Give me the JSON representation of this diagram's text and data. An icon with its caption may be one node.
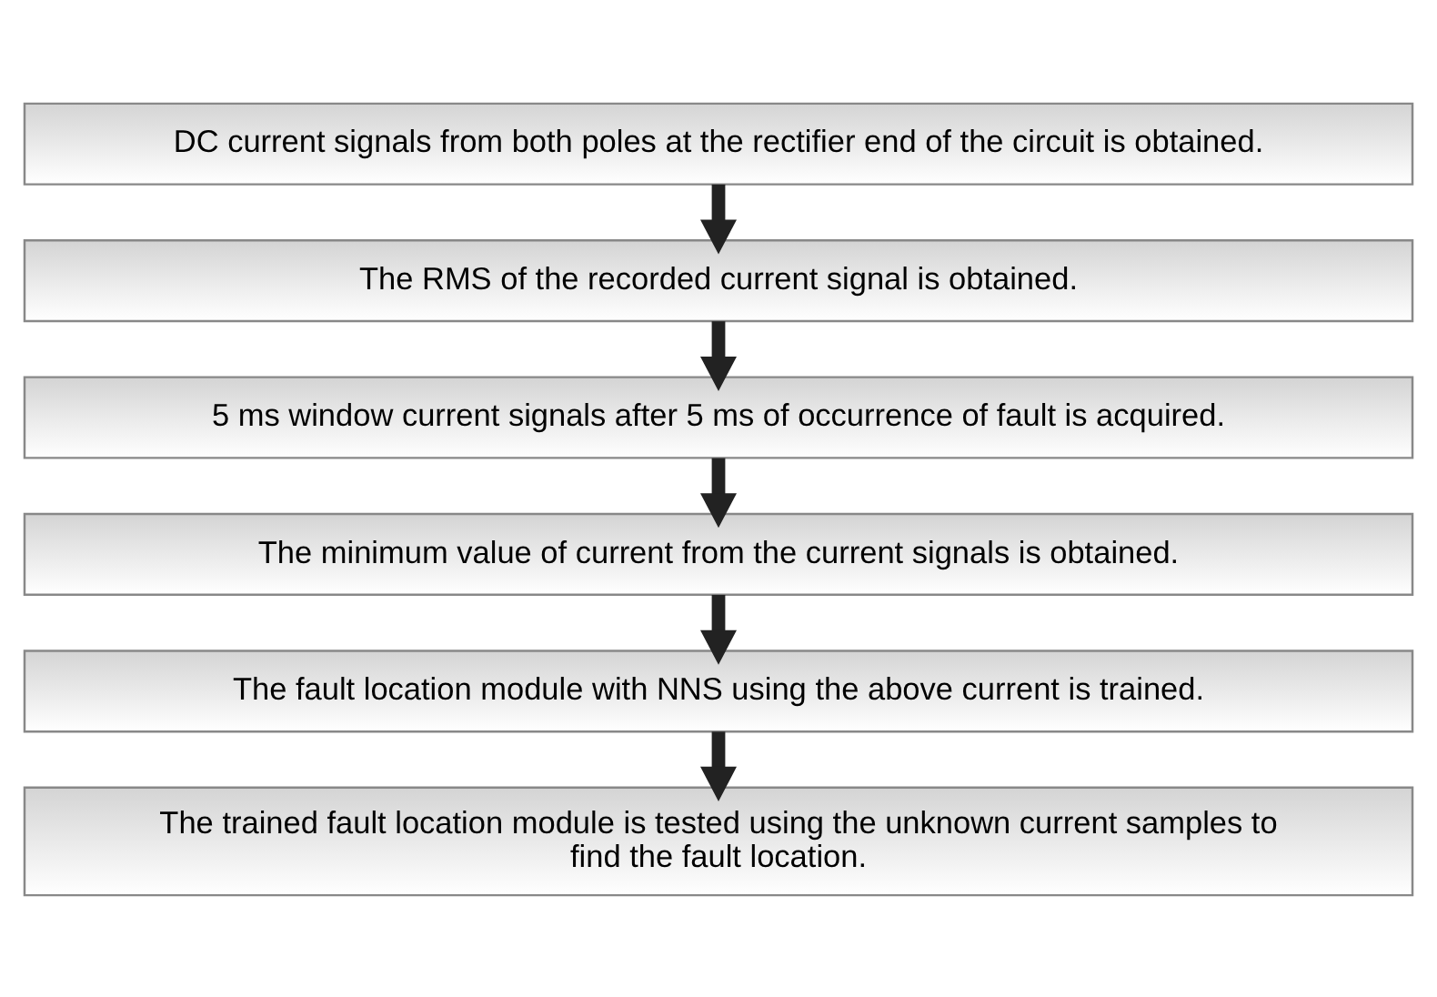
{
  "diagram": {
    "nodes": [
      {
        "text": [
          "DC current signals from both poles at the rectifier end of the circuit is obtained."
        ]
      },
      {
        "text": [
          "The RMS of the recorded current signal is obtained."
        ]
      },
      {
        "text": [
          "5 ms window current signals after 5 ms of occurrence of fault is acquired."
        ]
      },
      {
        "text": [
          "The minimum value of current from the current signals is obtained."
        ]
      },
      {
        "text": [
          "The fault location module with NNS using the above current is trained."
        ]
      },
      {
        "text": [
          "The trained fault location module is tested using the unknown current samples to find the fault location."
        ]
      }
    ],
    "edges": [
      {
        "from": 0,
        "to": 1,
        "arrow": "to"
      },
      {
        "from": 1,
        "to": 2,
        "arrow": "to"
      },
      {
        "from": 2,
        "to": 3,
        "arrow": "to"
      },
      {
        "from": 3,
        "to": 4,
        "arrow": "to"
      },
      {
        "from": 4,
        "to": 5,
        "arrow": "to"
      }
    ]
  }
}
